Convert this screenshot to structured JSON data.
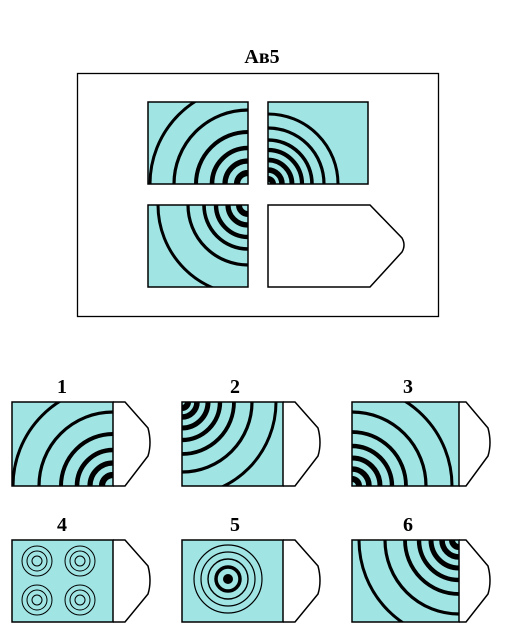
{
  "puzzle": {
    "title": "Aв5",
    "options": [
      {
        "label": "1"
      },
      {
        "label": "2"
      },
      {
        "label": "3"
      },
      {
        "label": "4"
      },
      {
        "label": "5"
      },
      {
        "label": "6"
      }
    ]
  },
  "colors": {
    "tile_fill": "#a0e4e4",
    "stroke": "#000000",
    "background": "#ffffff"
  }
}
